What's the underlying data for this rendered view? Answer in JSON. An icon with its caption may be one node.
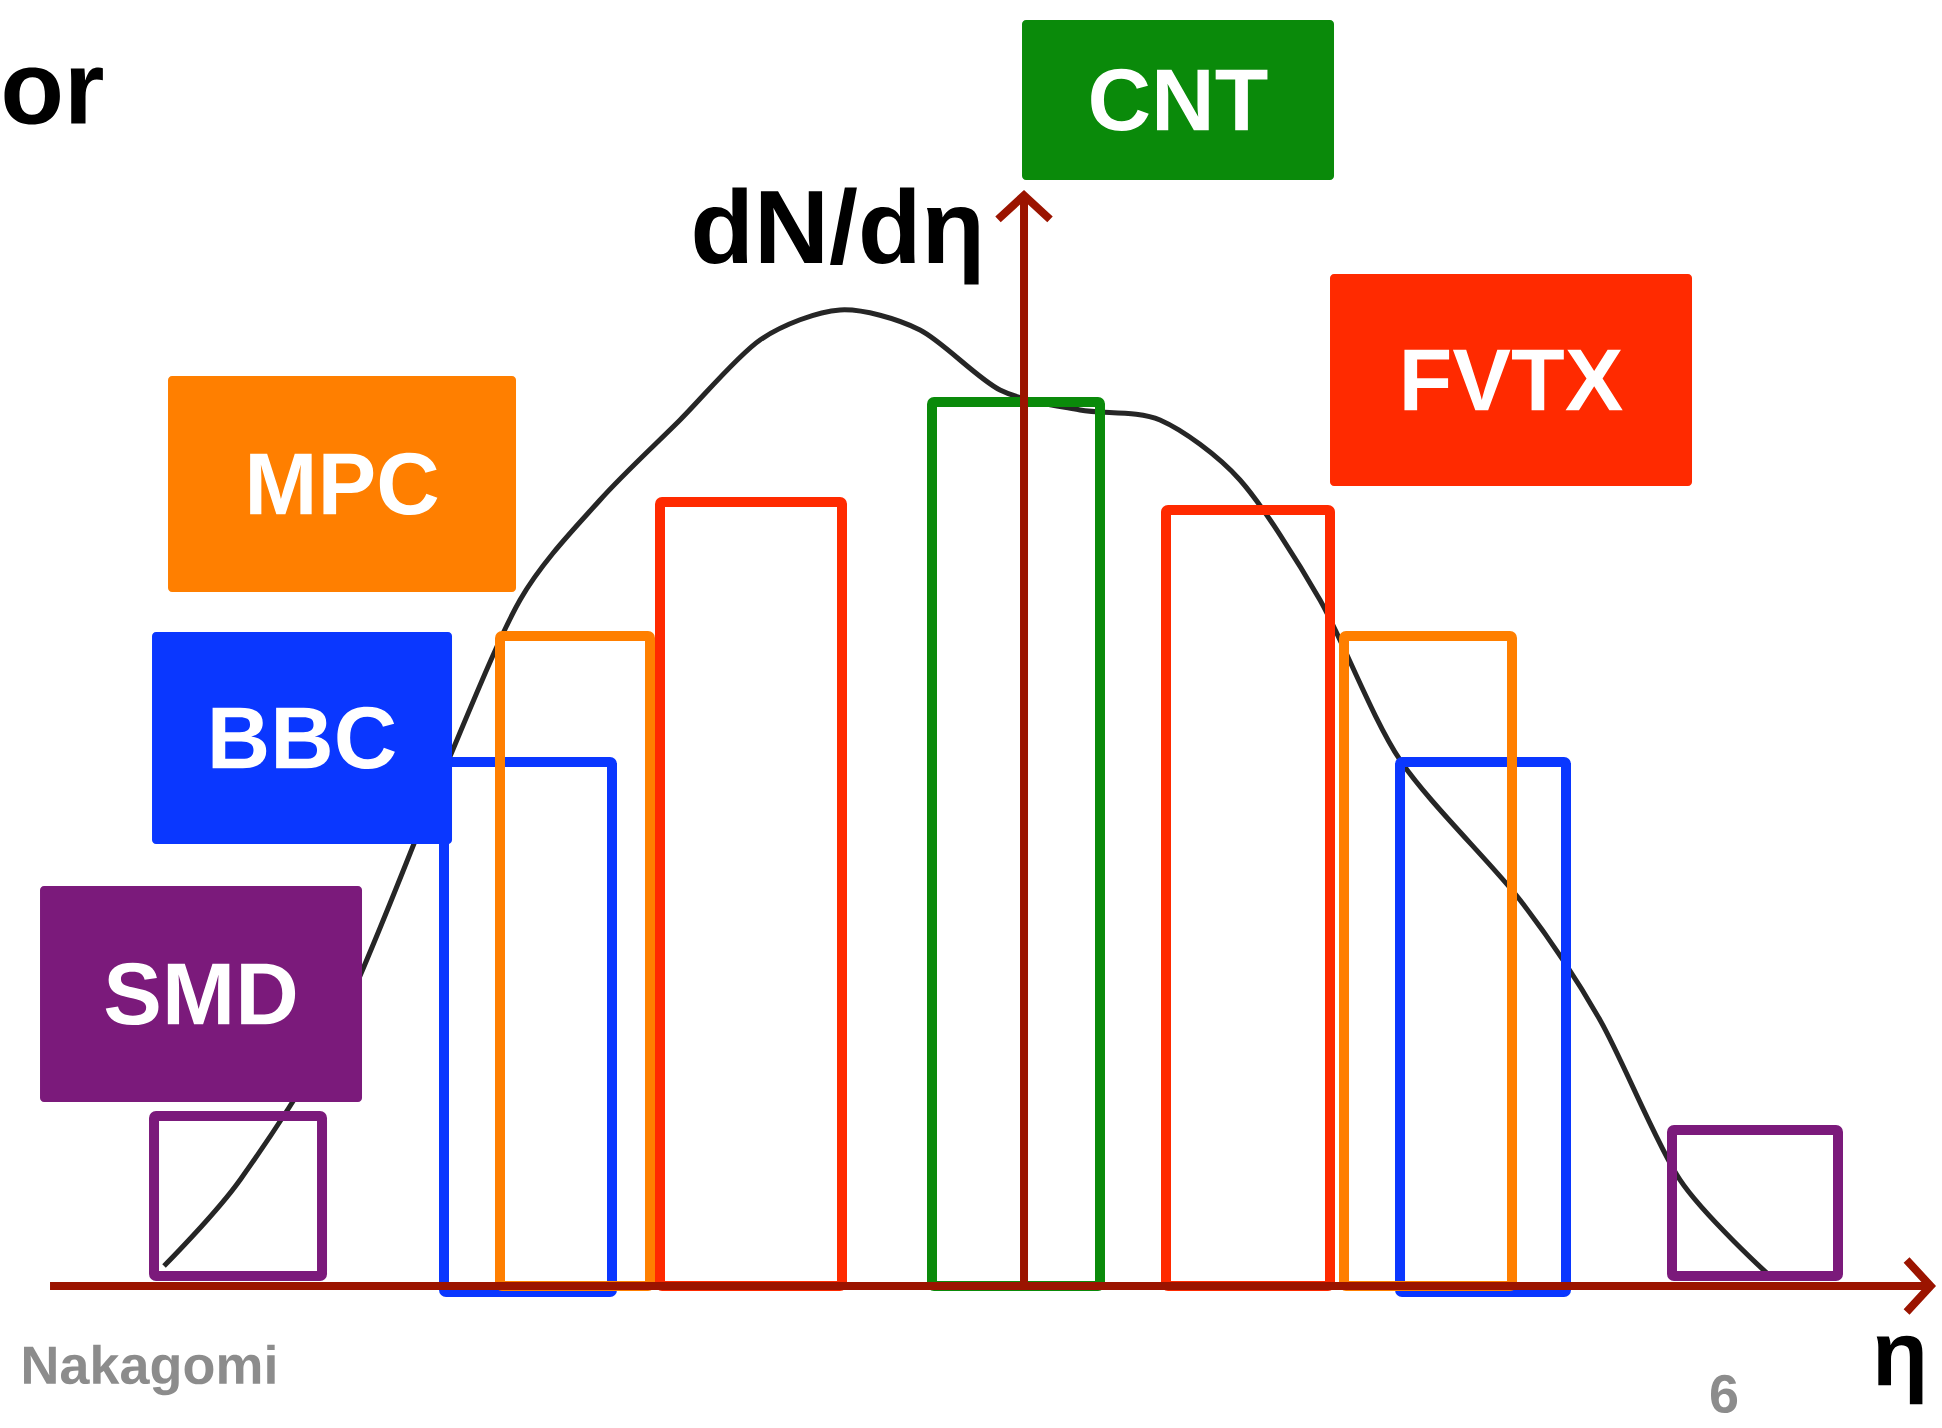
{
  "diagram": {
    "nodes": [
      {
        "text": [
          "CNT"
        ]
      },
      {
        "text": [
          "FVTX"
        ]
      },
      {
        "text": [
          "MPC"
        ]
      },
      {
        "text": [
          "BBC"
        ]
      },
      {
        "text": [
          "SMD"
        ]
      }
    ],
    "labels": [
      "or",
      "dN/dη",
      "η",
      "Nakagomi",
      "6"
    ]
  }
}
